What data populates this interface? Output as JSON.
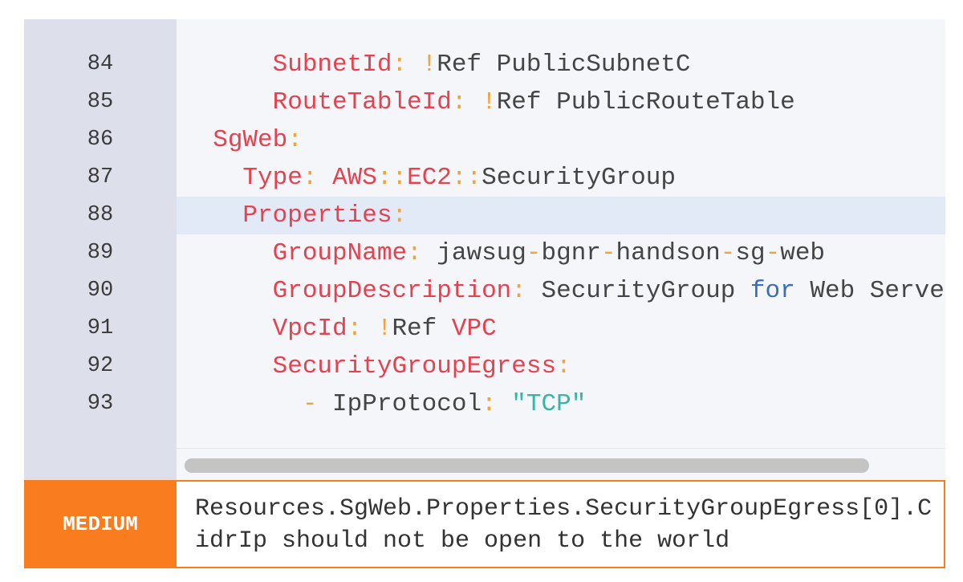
{
  "colors": {
    "gutter": "#dde0ea",
    "code_bg": "#f5f6fa",
    "highlight": "#e2eaf7",
    "key": "#e5414e",
    "punct": "#f2a43a",
    "keyword": "#3c6db5",
    "string": "#37b5a6",
    "severity_medium": "#f97c1e"
  },
  "editor": {
    "highlighted_line": 88,
    "lines": [
      {
        "n": "84",
        "tokens": [
          [
            "v",
            "      "
          ],
          [
            "k",
            "SubnetId"
          ],
          [
            "p",
            ": !"
          ],
          [
            "v",
            "Ref PublicSubnetC"
          ]
        ]
      },
      {
        "n": "85",
        "tokens": [
          [
            "v",
            "      "
          ],
          [
            "k",
            "RouteTableId"
          ],
          [
            "p",
            ": !"
          ],
          [
            "v",
            "Ref PublicRouteTable"
          ]
        ]
      },
      {
        "n": "86",
        "tokens": [
          [
            "v",
            "  "
          ],
          [
            "k",
            "SgWeb"
          ],
          [
            "p",
            ":"
          ]
        ]
      },
      {
        "n": "87",
        "tokens": [
          [
            "v",
            "    "
          ],
          [
            "k",
            "Type"
          ],
          [
            "p",
            ": "
          ],
          [
            "k",
            "AWS"
          ],
          [
            "p",
            "::"
          ],
          [
            "k",
            "EC2"
          ],
          [
            "p",
            "::"
          ],
          [
            "v",
            "SecurityGroup"
          ]
        ]
      },
      {
        "n": "88",
        "tokens": [
          [
            "v",
            "    "
          ],
          [
            "k",
            "Properties"
          ],
          [
            "p",
            ":"
          ]
        ]
      },
      {
        "n": "89",
        "tokens": [
          [
            "v",
            "      "
          ],
          [
            "k",
            "GroupName"
          ],
          [
            "p",
            ": "
          ],
          [
            "v",
            "jawsug"
          ],
          [
            "p",
            "-"
          ],
          [
            "v",
            "bgnr"
          ],
          [
            "p",
            "-"
          ],
          [
            "v",
            "handson"
          ],
          [
            "p",
            "-"
          ],
          [
            "v",
            "sg"
          ],
          [
            "p",
            "-"
          ],
          [
            "v",
            "web"
          ]
        ]
      },
      {
        "n": "90",
        "tokens": [
          [
            "v",
            "      "
          ],
          [
            "k",
            "GroupDescription"
          ],
          [
            "p",
            ": "
          ],
          [
            "v",
            "SecurityGroup "
          ],
          [
            "kw",
            "for"
          ],
          [
            "v",
            " Web Server"
          ]
        ]
      },
      {
        "n": "91",
        "tokens": [
          [
            "v",
            "      "
          ],
          [
            "k",
            "VpcId"
          ],
          [
            "p",
            ": !"
          ],
          [
            "v",
            "Ref "
          ],
          [
            "k",
            "VPC"
          ]
        ]
      },
      {
        "n": "92",
        "tokens": [
          [
            "v",
            "      "
          ],
          [
            "k",
            "SecurityGroupEgress"
          ],
          [
            "p",
            ":"
          ]
        ]
      },
      {
        "n": "93",
        "tokens": [
          [
            "v",
            "        "
          ],
          [
            "p",
            "- "
          ],
          [
            "v",
            "IpProtocol"
          ],
          [
            "p",
            ": "
          ],
          [
            "s",
            "\"TCP\""
          ]
        ]
      }
    ]
  },
  "alert": {
    "severity": "MEDIUM",
    "message": "Resources.SgWeb.Properties.SecurityGroupEgress[0].CidrIp should not be open to the world"
  }
}
